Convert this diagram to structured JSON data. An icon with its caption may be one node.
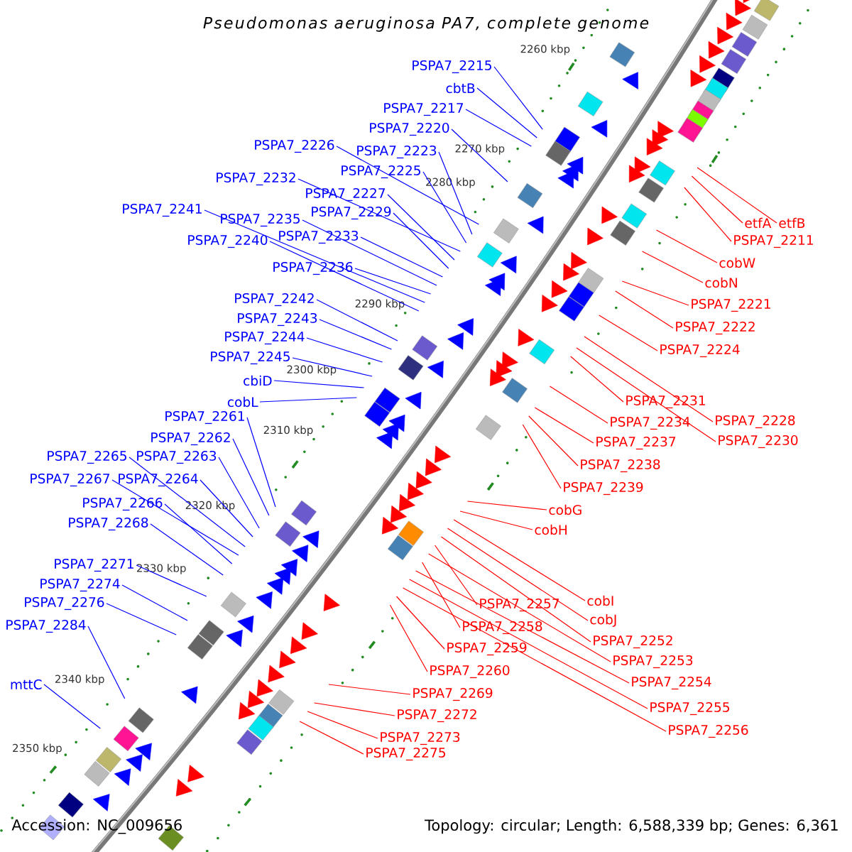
{
  "diagram": {
    "title": "Pseudomonas aeruginosa PA7, complete genome",
    "nodes": [
      {
        "text": [
          "PSPA7_2215"
        ]
      },
      {
        "text": [
          "cbtB"
        ]
      },
      {
        "text": [
          "PSPA7_2217"
        ]
      },
      {
        "text": [
          "PSPA7_2220"
        ]
      },
      {
        "text": [
          "PSPA7_2223"
        ]
      },
      {
        "text": [
          "PSPA7_2226"
        ]
      },
      {
        "text": [
          "PSPA7_2225"
        ]
      },
      {
        "text": [
          "PSPA7_2232"
        ]
      },
      {
        "text": [
          "PSPA7_2227"
        ]
      },
      {
        "text": [
          "PSPA7_2229"
        ]
      },
      {
        "text": [
          "PSPA7_2241"
        ]
      },
      {
        "text": [
          "PSPA7_2235"
        ]
      },
      {
        "text": [
          "PSPA7_2233"
        ]
      },
      {
        "text": [
          "PSPA7_2240"
        ]
      },
      {
        "text": [
          "PSPA7_2236"
        ]
      },
      {
        "text": [
          "PSPA7_2242"
        ]
      },
      {
        "text": [
          "PSPA7_2243"
        ]
      },
      {
        "text": [
          "PSPA7_2244"
        ]
      },
      {
        "text": [
          "PSPA7_2245"
        ]
      },
      {
        "text": [
          "cbiD"
        ]
      },
      {
        "text": [
          "cobL"
        ]
      },
      {
        "text": [
          "PSPA7_2261"
        ]
      },
      {
        "text": [
          "PSPA7_2262"
        ]
      },
      {
        "text": [
          "PSPA7_2265"
        ]
      },
      {
        "text": [
          "PSPA7_2263"
        ]
      },
      {
        "text": [
          "PSPA7_2267"
        ]
      },
      {
        "text": [
          "PSPA7_2264"
        ]
      },
      {
        "text": [
          "PSPA7_2266"
        ]
      },
      {
        "text": [
          "PSPA7_2268"
        ]
      },
      {
        "text": [
          "PSPA7_2271"
        ]
      },
      {
        "text": [
          "PSPA7_2274"
        ]
      },
      {
        "text": [
          "PSPA7_2276"
        ]
      },
      {
        "text": [
          "PSPA7_2284"
        ]
      },
      {
        "text": [
          "mttC"
        ]
      },
      {
        "text": [
          "etfA"
        ]
      },
      {
        "text": [
          "etfB"
        ]
      },
      {
        "text": [
          "PSPA7_2211"
        ]
      },
      {
        "text": [
          "cobW"
        ]
      },
      {
        "text": [
          "cobN"
        ]
      },
      {
        "text": [
          "PSPA7_2221"
        ]
      },
      {
        "text": [
          "PSPA7_2222"
        ]
      },
      {
        "text": [
          "PSPA7_2224"
        ]
      },
      {
        "text": [
          "PSPA7_2231"
        ]
      },
      {
        "text": [
          "PSPA7_2228"
        ]
      },
      {
        "text": [
          "PSPA7_2234"
        ]
      },
      {
        "text": [
          "PSPA7_2230"
        ]
      },
      {
        "text": [
          "PSPA7_2237"
        ]
      },
      {
        "text": [
          "PSPA7_2238"
        ]
      },
      {
        "text": [
          "PSPA7_2239"
        ]
      },
      {
        "text": [
          "cobG"
        ]
      },
      {
        "text": [
          "cobH"
        ]
      },
      {
        "text": [
          "cobI"
        ]
      },
      {
        "text": [
          "cobJ"
        ]
      },
      {
        "text": [
          "PSPA7_2257"
        ]
      },
      {
        "text": [
          "PSPA7_2252"
        ]
      },
      {
        "text": [
          "PSPA7_2258"
        ]
      },
      {
        "text": [
          "PSPA7_2253"
        ]
      },
      {
        "text": [
          "PSPA7_2259"
        ]
      },
      {
        "text": [
          "PSPA7_2254"
        ]
      },
      {
        "text": [
          "PSPA7_2260"
        ]
      },
      {
        "text": [
          "PSPA7_2255"
        ]
      },
      {
        "text": [
          "PSPA7_2269"
        ]
      },
      {
        "text": [
          "PSPA7_2256"
        ]
      },
      {
        "text": [
          "PSPA7_2272"
        ]
      },
      {
        "text": [
          "PSPA7_2273"
        ]
      },
      {
        "text": [
          "PSPA7_2275"
        ]
      }
    ],
    "edges": [
      {
        "from": 0,
        "to": null,
        "arrow": "none"
      },
      {
        "from": 1,
        "to": null,
        "arrow": "none"
      },
      {
        "from": 2,
        "to": null,
        "arrow": "none"
      },
      {
        "from": 3,
        "to": null,
        "arrow": "none"
      },
      {
        "from": 4,
        "to": null,
        "arrow": "none"
      },
      {
        "from": 5,
        "to": null,
        "arrow": "none"
      },
      {
        "from": 6,
        "to": null,
        "arrow": "none"
      },
      {
        "from": 7,
        "to": null,
        "arrow": "none"
      },
      {
        "from": 8,
        "to": null,
        "arrow": "none"
      },
      {
        "from": 9,
        "to": null,
        "arrow": "none"
      },
      {
        "from": 10,
        "to": null,
        "arrow": "none"
      },
      {
        "from": 11,
        "to": null,
        "arrow": "none"
      },
      {
        "from": 12,
        "to": null,
        "arrow": "none"
      },
      {
        "from": 13,
        "to": null,
        "arrow": "none"
      },
      {
        "from": 14,
        "to": null,
        "arrow": "none"
      },
      {
        "from": 15,
        "to": null,
        "arrow": "none"
      },
      {
        "from": 16,
        "to": null,
        "arrow": "none"
      },
      {
        "from": 17,
        "to": null,
        "arrow": "none"
      },
      {
        "from": 18,
        "to": null,
        "arrow": "none"
      },
      {
        "from": 19,
        "to": null,
        "arrow": "none"
      },
      {
        "from": 20,
        "to": null,
        "arrow": "none"
      },
      {
        "from": 21,
        "to": null,
        "arrow": "none"
      },
      {
        "from": 22,
        "to": null,
        "arrow": "none"
      },
      {
        "from": 23,
        "to": null,
        "arrow": "none"
      },
      {
        "from": 24,
        "to": null,
        "arrow": "none"
      },
      {
        "from": 25,
        "to": null,
        "arrow": "none"
      },
      {
        "from": 26,
        "to": null,
        "arrow": "none"
      },
      {
        "from": 27,
        "to": null,
        "arrow": "none"
      },
      {
        "from": 28,
        "to": null,
        "arrow": "none"
      },
      {
        "from": 29,
        "to": null,
        "arrow": "none"
      },
      {
        "from": 30,
        "to": null,
        "arrow": "none"
      },
      {
        "from": 31,
        "to": null,
        "arrow": "none"
      },
      {
        "from": 32,
        "to": null,
        "arrow": "none"
      },
      {
        "from": 33,
        "to": null,
        "arrow": "none"
      },
      {
        "from": 34,
        "to": null,
        "arrow": "none",
        "color": "#ff0000"
      },
      {
        "from": 35,
        "to": null,
        "arrow": "none",
        "color": "#ff0000"
      },
      {
        "from": 36,
        "to": null,
        "arrow": "none",
        "color": "#ff0000"
      },
      {
        "from": 37,
        "to": null,
        "arrow": "none",
        "color": "#ff0000"
      },
      {
        "from": 38,
        "to": null,
        "arrow": "none",
        "color": "#ff0000"
      },
      {
        "from": 39,
        "to": null,
        "arrow": "none",
        "color": "#ff0000"
      },
      {
        "from": 40,
        "to": null,
        "arrow": "none",
        "color": "#ff0000"
      },
      {
        "from": 41,
        "to": null,
        "arrow": "none",
        "color": "#ff0000"
      },
      {
        "from": 42,
        "to": null,
        "arrow": "none",
        "color": "#ff0000"
      },
      {
        "from": 43,
        "to": null,
        "arrow": "none",
        "color": "#ff0000"
      },
      {
        "from": 44,
        "to": null,
        "arrow": "none",
        "color": "#ff0000"
      },
      {
        "from": 45,
        "to": null,
        "arrow": "none",
        "color": "#ff0000"
      },
      {
        "from": 46,
        "to": null,
        "arrow": "none",
        "color": "#ff0000"
      },
      {
        "from": 47,
        "to": null,
        "arrow": "none",
        "color": "#ff0000"
      },
      {
        "from": 48,
        "to": null,
        "arrow": "none",
        "color": "#ff0000"
      },
      {
        "from": 49,
        "to": null,
        "arrow": "none",
        "color": "#ff0000"
      },
      {
        "from": 50,
        "to": null,
        "arrow": "none",
        "color": "#ff0000"
      },
      {
        "from": 51,
        "to": null,
        "arrow": "none",
        "color": "#ff0000"
      },
      {
        "from": 52,
        "to": null,
        "arrow": "none",
        "color": "#ff0000"
      },
      {
        "from": 53,
        "to": null,
        "arrow": "none",
        "color": "#ff0000"
      },
      {
        "from": 54,
        "to": null,
        "arrow": "none",
        "color": "#ff0000"
      },
      {
        "from": 55,
        "to": null,
        "arrow": "none",
        "color": "#ff0000"
      },
      {
        "from": 56,
        "to": null,
        "arrow": "none",
        "color": "#ff0000"
      },
      {
        "from": 57,
        "to": null,
        "arrow": "none",
        "color": "#ff0000"
      },
      {
        "from": 58,
        "to": null,
        "arrow": "none",
        "color": "#ff0000"
      },
      {
        "from": 59,
        "to": null,
        "arrow": "none",
        "color": "#ff0000"
      },
      {
        "from": 60,
        "to": null,
        "arrow": "none",
        "color": "#ff0000"
      },
      {
        "from": 61,
        "to": null,
        "arrow": "none",
        "color": "#ff0000"
      },
      {
        "from": 62,
        "to": null,
        "arrow": "none",
        "color": "#ff0000"
      },
      {
        "from": 63,
        "to": null,
        "arrow": "none",
        "color": "#ff0000"
      },
      {
        "from": 64,
        "to": null,
        "arrow": "none",
        "color": "#ff0000"
      },
      {
        "from": 65,
        "to": null,
        "arrow": "none",
        "color": "#ff0000"
      }
    ],
    "labels": [
      "2260 kbp",
      "2270 kbp",
      "2280 kbp",
      "2290 kbp",
      "2300 kbp",
      "2310 kbp",
      "2320 kbp",
      "2330 kbp",
      "2340 kbp",
      "2350 kbp",
      "Accession: NC_009656",
      "Topology: circular; Length: 6,588,339 bp; Genes: 6,361"
    ]
  }
}
